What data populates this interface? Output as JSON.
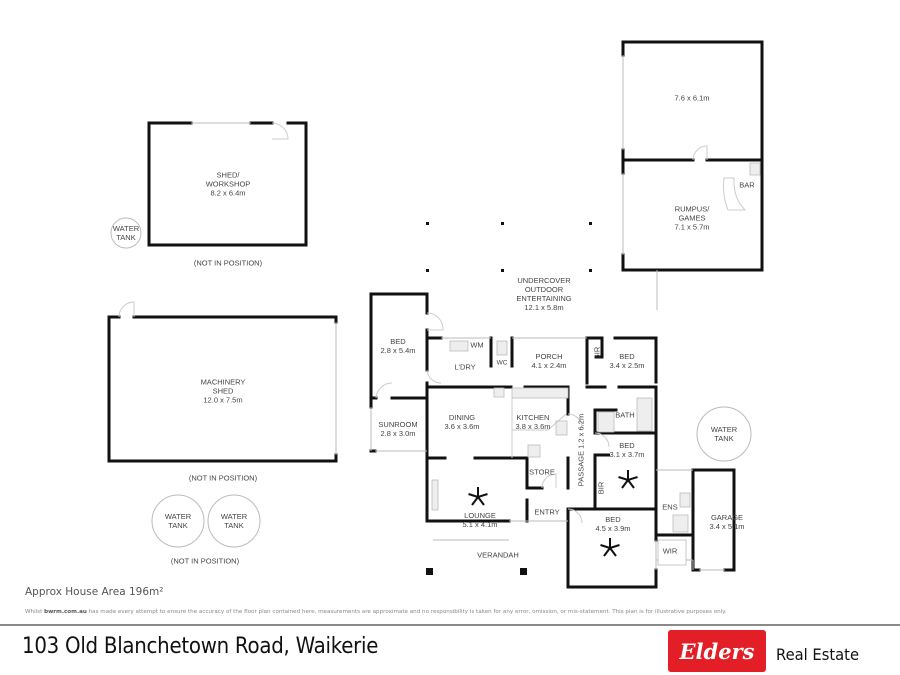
{
  "floorplan": {
    "outbuildings": {
      "shed_workshop": {
        "name_line1": "SHED/",
        "name_line2": "WORKSHOP",
        "size": "8.2 x 6.4m",
        "note": "(NOT IN POSITION)"
      },
      "machinery_shed": {
        "name_line1": "MACHINERY",
        "name_line2": "SHED",
        "size": "12.0 x 7.5m",
        "note": "(NOT IN POSITION)"
      },
      "rumpus_upper": {
        "size": "7.6 x 6.1m"
      },
      "rumpus_games": {
        "name_line1": "RUMPUS/",
        "name_line2": "GAMES",
        "size": "7.1 x 5.7m",
        "bar_label": "BAR"
      },
      "water_tanks": [
        {
          "line1": "WATER",
          "line2": "TANK"
        },
        {
          "line1": "WATER",
          "line2": "TANK"
        },
        {
          "line1": "WATER",
          "line2": "TANK"
        },
        {
          "line1": "WATER",
          "line2": "TANK"
        }
      ],
      "tanks_note": "(NOT IN POSITION)"
    },
    "outdoor": {
      "line1": "UNDERCOVER",
      "line2": "OUTDOOR",
      "line3": "ENTERTAINING",
      "size": "12.1 x 5.8m"
    },
    "rooms": {
      "bed1": {
        "name": "BED",
        "size": "2.8 x 5.4m"
      },
      "sunroom": {
        "name": "SUNROOM",
        "size": "2.8 x 3.0m"
      },
      "laundry": {
        "name": "L'DRY",
        "wm": "WM"
      },
      "wc": {
        "name": "WC"
      },
      "porch": {
        "name": "PORCH",
        "size": "4.1 x 2.4m"
      },
      "bir1": {
        "name": "BIR"
      },
      "bed2": {
        "name": "BED",
        "size": "3.4 x 2.5m"
      },
      "dining": {
        "name": "DINING",
        "size": "3.6 x 3.6m"
      },
      "kitchen": {
        "name": "KITCHEN",
        "size": "3.8 x 3.6m"
      },
      "passage": {
        "name": "PASSAGE 1.2 x 6.2m"
      },
      "bath": {
        "name": "BATH"
      },
      "bed3": {
        "name": "BED",
        "size": "3.1 x 3.7m"
      },
      "bir2": {
        "name": "BIR"
      },
      "store": {
        "name": "STORE"
      },
      "lounge": {
        "name": "LOUNGE",
        "size": "5.1 x 4.1m"
      },
      "entry": {
        "name": "ENTRY"
      },
      "verandah": {
        "name": "VERANDAH"
      },
      "bed4": {
        "name": "BED",
        "size": "4.5 x 3.9m"
      },
      "ens": {
        "name": "ENS"
      },
      "wir": {
        "name": "WIR"
      },
      "garage": {
        "name": "GARAGE",
        "size": "3.4 x 5.1m"
      }
    }
  },
  "footer": {
    "area": "Approx House Area 196m²",
    "disclaimer_prefix": "Whilst ",
    "disclaimer_brand": "bwrm.com.au",
    "disclaimer_rest": " has made every attempt to ensure the accuracy of the floor plan contained here, measurements are approximate and no responsibility is taken for any error, omission, or mis-statement. This plan is for illustrative purposes only.",
    "address": "103 Old Blanchetown Road, Waikerie",
    "logo_text": "Elders",
    "logo_suffix": "Real Estate",
    "brand_color": "#e41e26"
  }
}
